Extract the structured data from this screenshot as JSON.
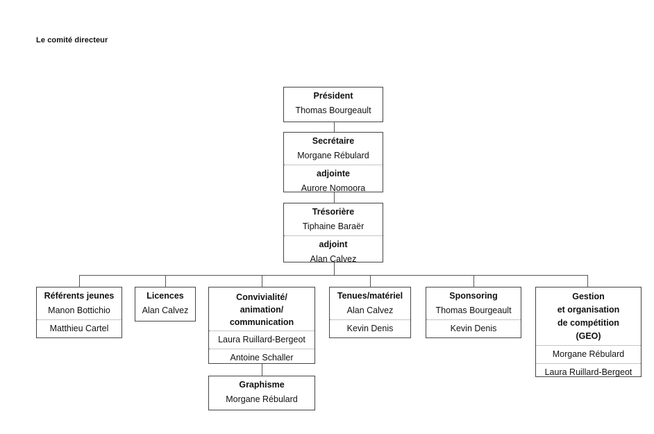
{
  "title": "Le comité directeur",
  "president": {
    "role": "Président",
    "name": "Thomas Bourgeault"
  },
  "secretaire": {
    "role": "Secrétaire",
    "name": "Morgane Rébulard",
    "deputy_role": "adjointe",
    "deputy_name": "Aurore Nomoora"
  },
  "tresoriere": {
    "role": "Trésorière",
    "name": "Tiphaine Baraër",
    "deputy_role": "adjoint",
    "deputy_name": "Alan Calvez"
  },
  "commissions": [
    {
      "title": "Référents jeunes",
      "members": [
        "Manon Bottichio",
        "Matthieu Cartel"
      ]
    },
    {
      "title": "Licences",
      "members": [
        "Alan Calvez"
      ]
    },
    {
      "title_lines": [
        "Convivialité/",
        "animation/",
        "communication"
      ],
      "members": [
        "Laura Ruillard-Bergeot",
        "Antoine Schaller"
      ]
    },
    {
      "title": "Tenues/matériel",
      "members": [
        "Alan Calvez",
        "Kevin Denis"
      ]
    },
    {
      "title": "Sponsoring",
      "members": [
        "Thomas Bourgeault",
        "Kevin Denis"
      ]
    },
    {
      "title_lines": [
        "Gestion",
        "et organisation",
        "de compétition",
        "(GEO)"
      ],
      "members": [
        "Morgane Rébulard",
        "Laura Ruillard-Bergeot"
      ]
    }
  ],
  "graphisme": {
    "title": "Graphisme",
    "members": [
      "Morgane Rébulard"
    ]
  }
}
